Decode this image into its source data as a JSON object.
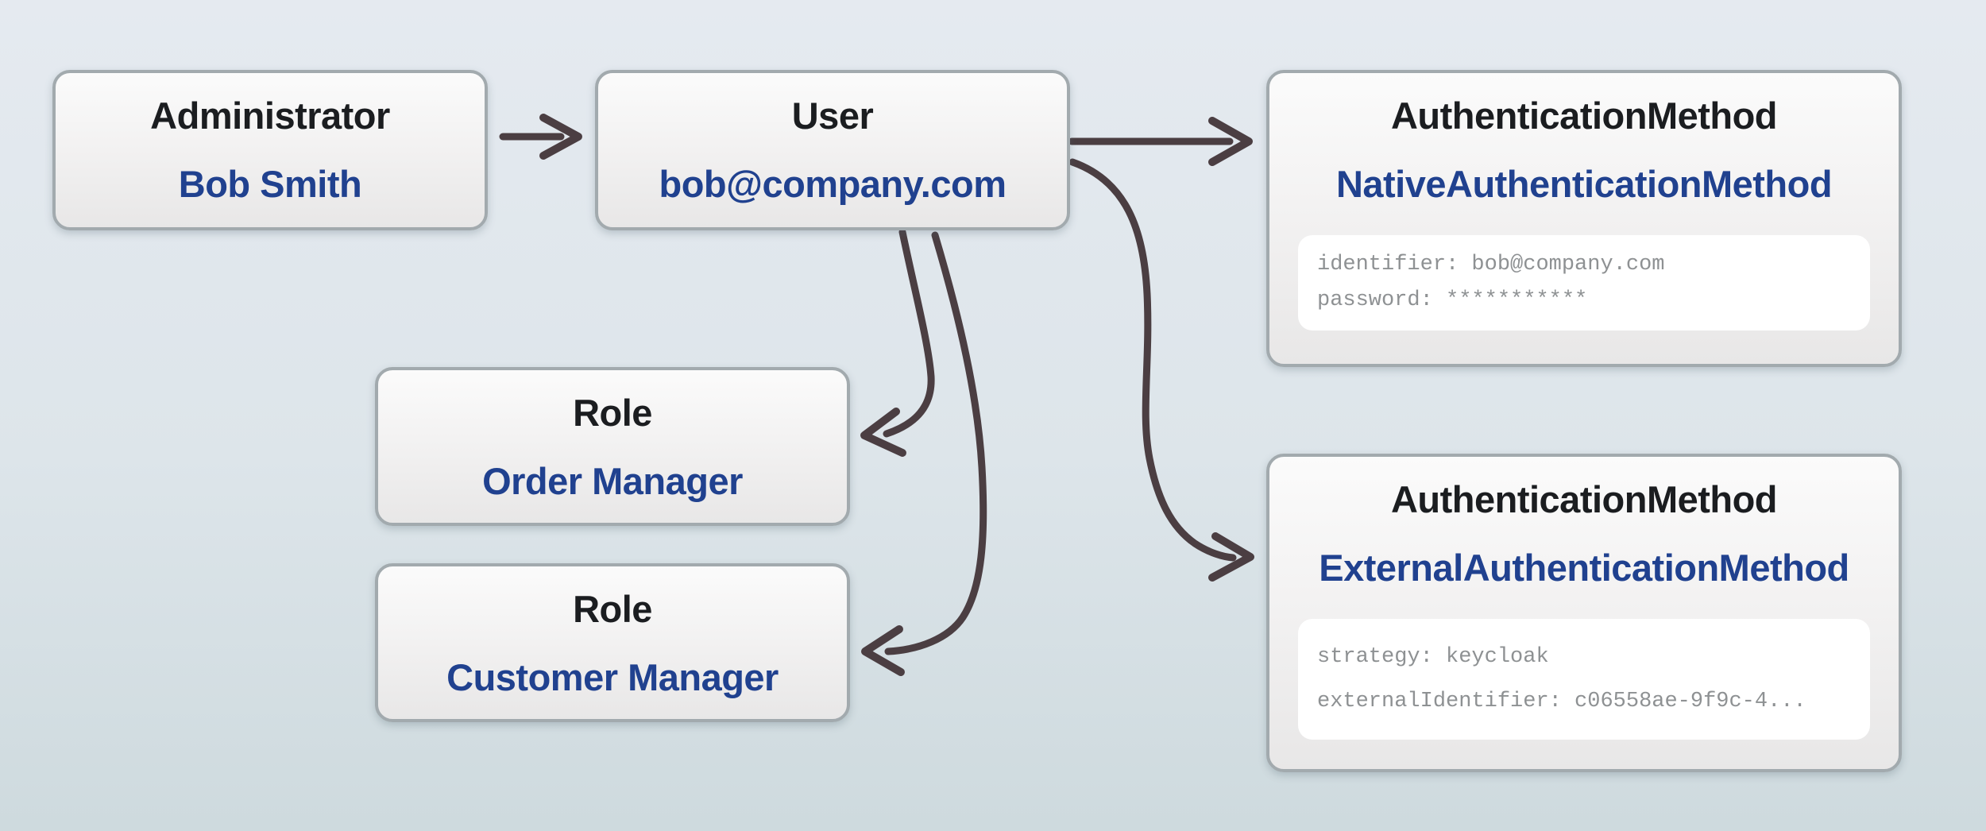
{
  "diagram": {
    "colors": {
      "background_top": "#e5eaf0",
      "background_bottom": "#cedade",
      "arrow": "#4b3e42",
      "node_border": "#a2aaae",
      "node_title": "#1b1d20",
      "node_accent_blue": "#20418f",
      "attribute_text": "#8e9193",
      "attribute_panel_bg": "#ffffff"
    }
  },
  "nodes": [
    {
      "id": "administrator",
      "type_label": "Administrator",
      "instance_label": "Bob Smith"
    },
    {
      "id": "user",
      "type_label": "User",
      "instance_label": "bob@company.com"
    },
    {
      "id": "authentication-method-native",
      "type_label": "AuthenticationMethod",
      "instance_label": "NativeAuthenticationMethod",
      "attributes": [
        "identifier: bob@company.com",
        "password: ***********"
      ]
    },
    {
      "id": "role-order-manager",
      "type_label": "Role",
      "instance_label": "Order Manager"
    },
    {
      "id": "role-customer-manager",
      "type_label": "Role",
      "instance_label": "Customer Manager"
    },
    {
      "id": "authentication-method-external",
      "type_label": "AuthenticationMethod",
      "instance_label": "ExternalAuthenticationMethod",
      "attributes": [
        "strategy: keycloak",
        "externalIdentifier: c06558ae-9f9c-4..."
      ]
    }
  ],
  "edges": [
    {
      "from": "administrator",
      "to": "user"
    },
    {
      "from": "user",
      "to": "authentication-method-native"
    },
    {
      "from": "user",
      "to": "authentication-method-external"
    },
    {
      "from": "user",
      "to": "role-order-manager"
    },
    {
      "from": "user",
      "to": "role-customer-manager"
    }
  ]
}
